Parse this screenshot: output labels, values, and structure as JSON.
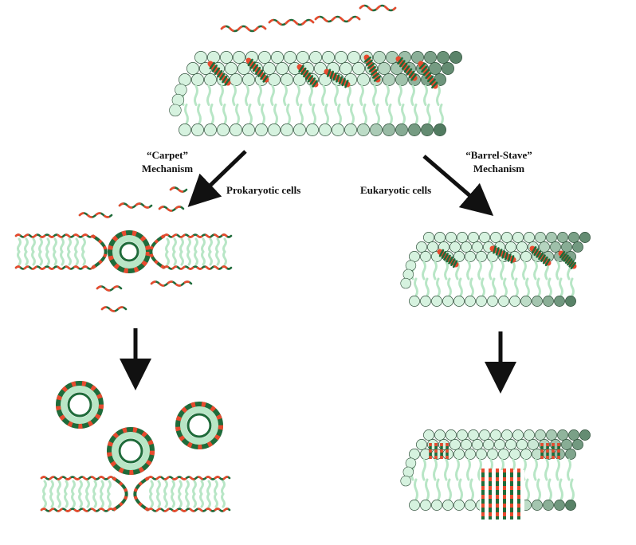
{
  "labels": {
    "carpet_line1": "“Carpet”",
    "carpet_line2": "Mechanism",
    "prokaryotic": "Prokaryotic cells",
    "barrel_line1": "“Barrel-Stave”",
    "barrel_line2": "Mechanism",
    "eukaryotic": "Eukaryotic cells"
  },
  "colors": {
    "head_light": "#d6f2df",
    "head_mid": "#9fd0b0",
    "head_dark": "#3f6b4f",
    "tail": "#b8e6c6",
    "peptide_red": "#e84a2e",
    "peptide_green": "#1f6b3a",
    "arrow": "#111111"
  },
  "icons": [
    "peptide-chain-icon",
    "membrane-bilayer-icon",
    "micelle-icon",
    "arrow-icon"
  ]
}
